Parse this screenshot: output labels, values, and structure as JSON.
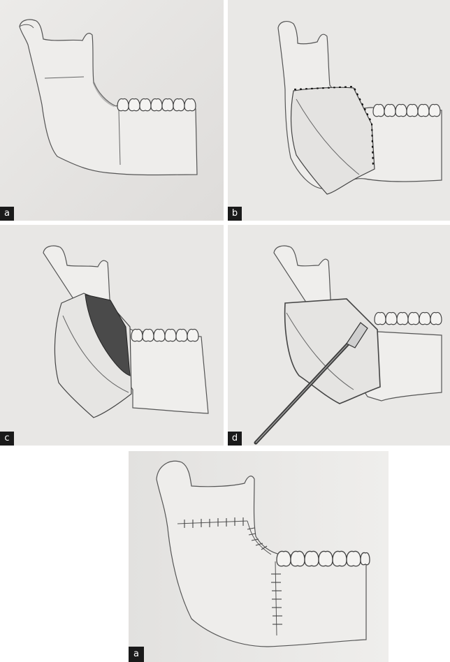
{
  "figure": {
    "panels": [
      {
        "id": "a",
        "label": "a"
      },
      {
        "id": "b",
        "label": "b"
      },
      {
        "id": "c",
        "label": "c"
      },
      {
        "id": "d",
        "label": "d"
      },
      {
        "id": "e",
        "label": "a"
      }
    ]
  }
}
